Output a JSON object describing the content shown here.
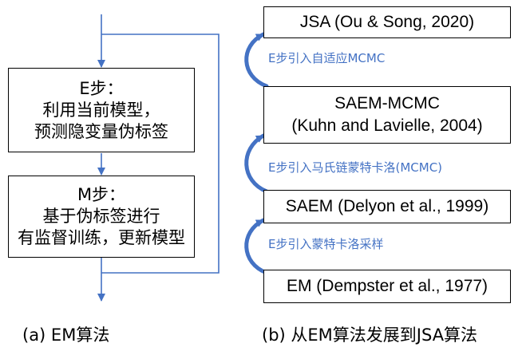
{
  "colors": {
    "flow_line": "#4472c4",
    "transition_text": "#4472c4",
    "box_border": "#000000"
  },
  "left_panel": {
    "e_step": {
      "title": "E步：",
      "line1": "利用当前模型，",
      "line2": "预测隐变量伪标签"
    },
    "m_step": {
      "title": "M步：",
      "line1": "基于伪标签进行",
      "line2": "有监督训练，更新模型"
    },
    "caption": "(a)  EM算法"
  },
  "right_panel": {
    "methods": [
      {
        "line1": "JSA (Ou & Song, 2020)"
      },
      {
        "line1": "SAEM-MCMC",
        "line2": "(Kuhn and Lavielle, 2004)"
      },
      {
        "line1": "SAEM (Delyon et al., 1999)"
      },
      {
        "line1": "EM (Dempster et al., 1977)"
      }
    ],
    "transitions": [
      "E步引入自适应MCMC",
      "E步引入马氏链蒙特卡洛(MCMC)",
      "E步引入蒙特卡洛采样"
    ],
    "caption": "(b)  从EM算法发展到JSA算法"
  }
}
